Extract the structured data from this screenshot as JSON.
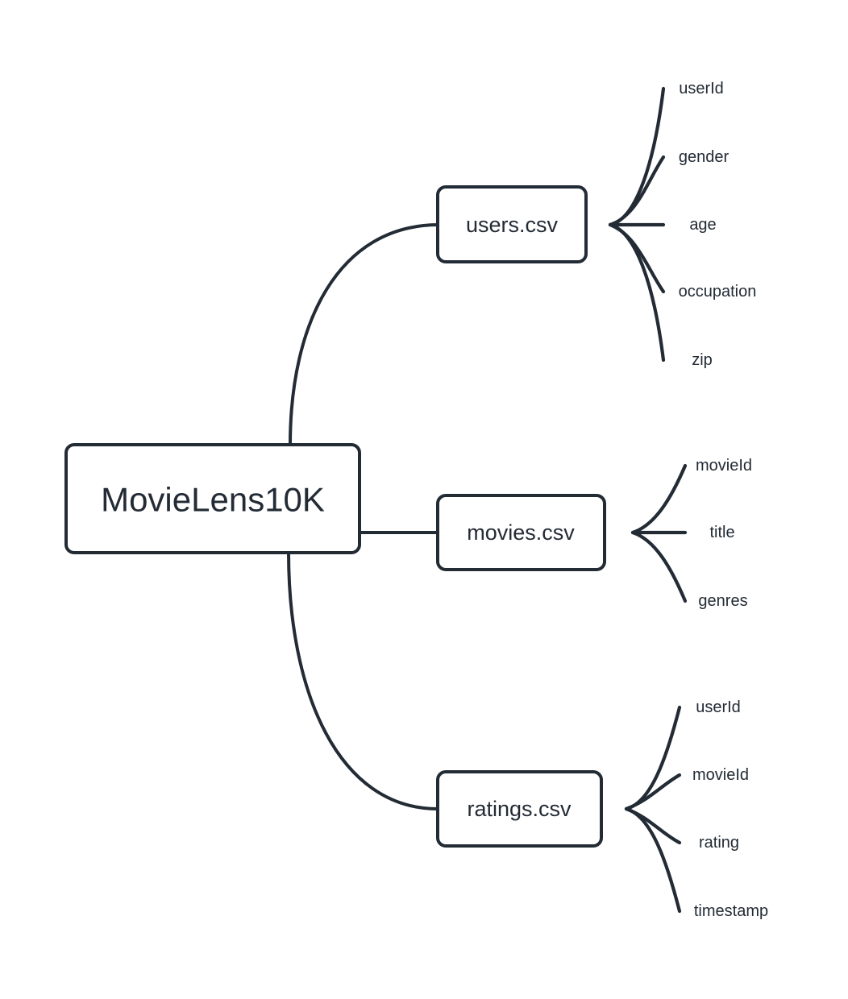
{
  "diagram": {
    "type": "mindmap",
    "orientation": "left-to-right",
    "background_color": "#ffffff",
    "stroke_color": "#232b35",
    "text_color": "#232b35",
    "node_fill": "#ffffff"
  },
  "root": {
    "label": "MovieLens10K"
  },
  "branches": [
    {
      "label": "users.csv",
      "leaves": [
        {
          "label": "userId"
        },
        {
          "label": "gender"
        },
        {
          "label": "age"
        },
        {
          "label": "occupation"
        },
        {
          "label": "zip"
        }
      ]
    },
    {
      "label": "movies.csv",
      "leaves": [
        {
          "label": "movieId"
        },
        {
          "label": "title"
        },
        {
          "label": "genres"
        }
      ]
    },
    {
      "label": "ratings.csv",
      "leaves": [
        {
          "label": "userId"
        },
        {
          "label": "movieId"
        },
        {
          "label": "rating"
        },
        {
          "label": "timestamp"
        }
      ]
    }
  ]
}
